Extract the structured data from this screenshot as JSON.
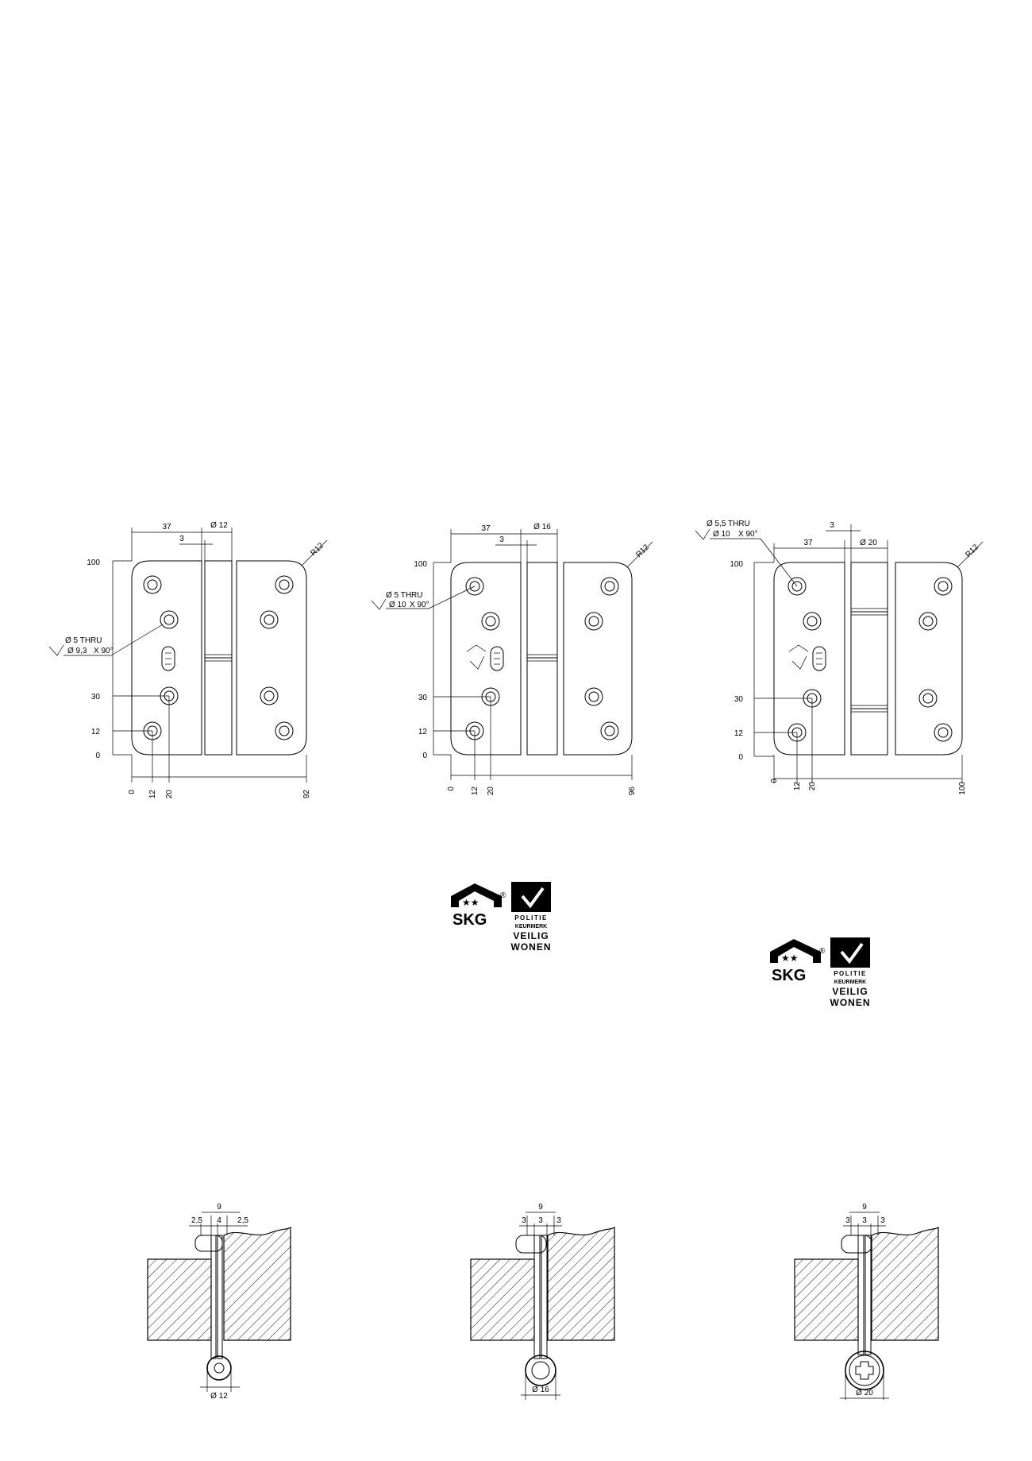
{
  "hinges": [
    {
      "hole_spec": {
        "thru": "Ø  5 THRU",
        "csk": "Ø  9,3",
        "angle": "X 90°"
      },
      "top": {
        "leaf_width": "37",
        "knuckle": "3",
        "pin": "Ø 12"
      },
      "radius": "R12",
      "vertical": [
        "100",
        "30",
        "12",
        "0"
      ],
      "horizontal": [
        "0",
        "12",
        "20",
        "92"
      ],
      "section": {
        "total": "9",
        "parts": [
          "2,5",
          "4",
          "2,5"
        ],
        "pin": "Ø 12"
      }
    },
    {
      "hole_spec": {
        "thru": "Ø 5 THRU",
        "csk": "Ø  10",
        "angle": "X 90°"
      },
      "top": {
        "leaf_width": "37",
        "knuckle": "3",
        "pin": "Ø  16"
      },
      "radius": "R12",
      "vertical": [
        "100",
        "30",
        "12",
        "0"
      ],
      "horizontal": [
        "0",
        "12",
        "20",
        "96"
      ],
      "section": {
        "total": "9",
        "parts": [
          "3",
          "3",
          "3"
        ],
        "pin": "Ø  16"
      }
    },
    {
      "hole_spec": {
        "thru": "Ø   5,5 THRU",
        "csk": "Ø  10",
        "angle": "X 90°"
      },
      "top": {
        "leaf_width": "37",
        "knuckle": "3",
        "pin": "Ø  20"
      },
      "radius": "R12",
      "vertical": [
        "100",
        "30",
        "12",
        "0"
      ],
      "horizontal": [
        "0",
        "12",
        "20",
        "100"
      ],
      "section": {
        "total": "9",
        "parts": [
          "3",
          "3",
          "3"
        ],
        "pin": "Ø  20"
      }
    }
  ],
  "logos": [
    {
      "skg": "SKG",
      "reg": "®",
      "lines": [
        "POLITIE",
        "KEURMERK",
        "VEILIG",
        "WONEN"
      ]
    },
    {
      "skg": "SKG",
      "reg": "®",
      "lines": [
        "POLITIE",
        "KEURMERK",
        "VEILIG",
        "WONEN"
      ]
    }
  ]
}
